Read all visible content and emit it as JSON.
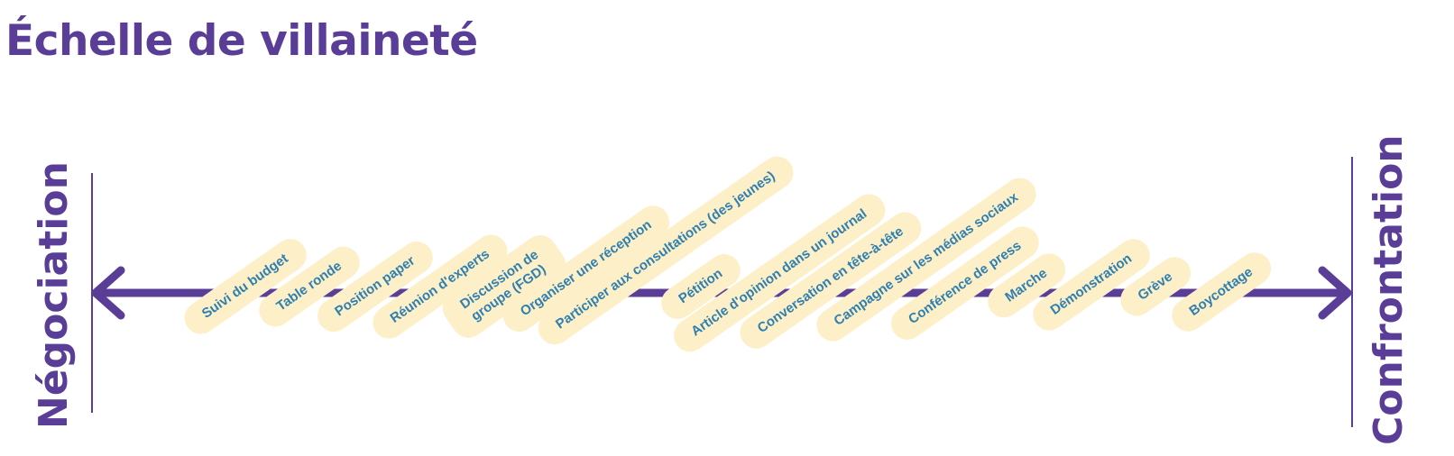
{
  "title": "Échelle de villaineté",
  "left_end": "Négociation",
  "right_end": "Confrontation",
  "colors": {
    "primary": "#5a3d96",
    "label_bg": "#fdf0c8",
    "label_text": "#2f7fb0"
  },
  "items": [
    {
      "text": "Suivi du budget"
    },
    {
      "text": "Table ronde"
    },
    {
      "text": "Position paper"
    },
    {
      "text": "Réunion d'experts"
    },
    {
      "text": "Discussion de",
      "text2": "groupe (FGD)"
    },
    {
      "text": "Organiser une réception"
    },
    {
      "text": "Participer aux consultations (des jeunes)"
    },
    {
      "text": "Pétition"
    },
    {
      "text": "Article d'opinion dans un journal"
    },
    {
      "text": "Conversation en tête-à-tête"
    },
    {
      "text": "Campagne sur les médias sociaux"
    },
    {
      "text": "Conférence de press"
    },
    {
      "text": "Marche"
    },
    {
      "text": "Démonstration"
    },
    {
      "text": "Grève"
    },
    {
      "text": "Boycottage"
    }
  ]
}
